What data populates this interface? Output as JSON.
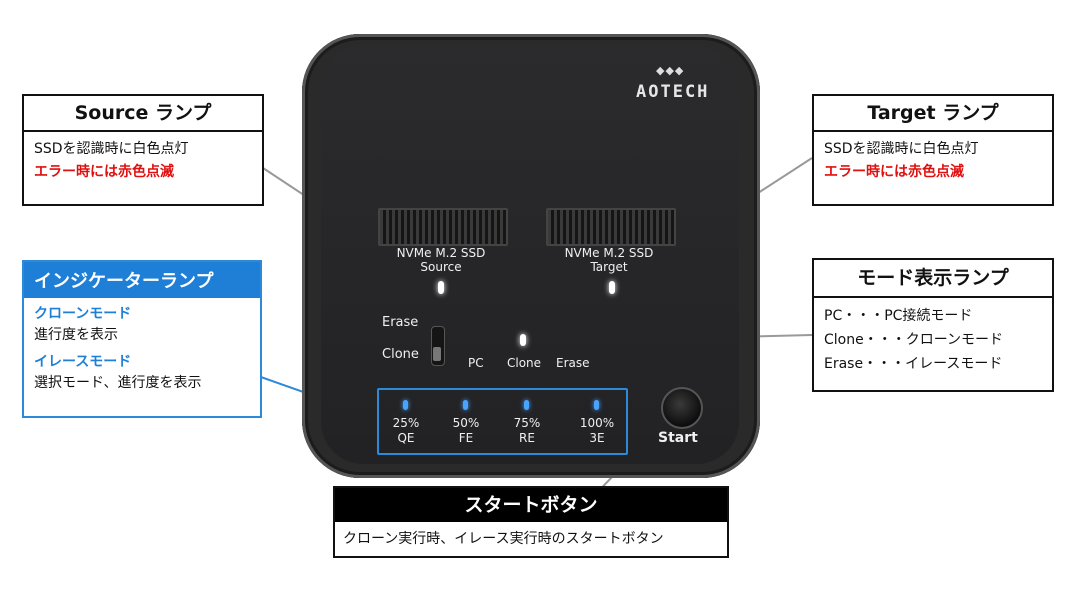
{
  "brand": "AOTECH",
  "slots": [
    {
      "line1": "NVMe M.2 SSD",
      "line2": "Source"
    },
    {
      "line1": "NVMe M.2 SSD",
      "line2": "Target"
    }
  ],
  "switch": {
    "erase_label": "Erase",
    "clone_label": "Clone"
  },
  "mode_labels": {
    "pc": "PC",
    "clone": "Clone",
    "erase": "Erase"
  },
  "progress": [
    {
      "percent": "25%",
      "code": "QE"
    },
    {
      "percent": "50%",
      "code": "FE"
    },
    {
      "percent": "75%",
      "code": "RE"
    },
    {
      "percent": "100%",
      "code": "3E"
    }
  ],
  "start_label": "Start",
  "callouts": {
    "source": {
      "title": "Source ランプ",
      "line1": "SSDを認識時に白色点灯",
      "line2": "エラー時には赤色点滅"
    },
    "target": {
      "title": "Target ランプ",
      "line1": "SSDを認識時に白色点灯",
      "line2": "エラー時には赤色点滅"
    },
    "indicator": {
      "title": "インジケーターランプ",
      "clone_head": "クローンモード",
      "clone_desc": "進行度を表示",
      "erase_head": "イレースモード",
      "erase_desc": "選択モード、進行度を表示"
    },
    "mode": {
      "title": "モード表示ランプ",
      "line1": "PC・・・PC接続モード",
      "line2": "Clone・・・クローンモード",
      "line3": "Erase・・・イレースモード"
    },
    "start": {
      "title": "スタートボタン",
      "desc": "クローン実行時、イレース実行時のスタートボタン"
    }
  },
  "colors": {
    "accent_blue": "#1f7fd6",
    "error_red": "#e01010",
    "device": "#2a2a2a"
  }
}
